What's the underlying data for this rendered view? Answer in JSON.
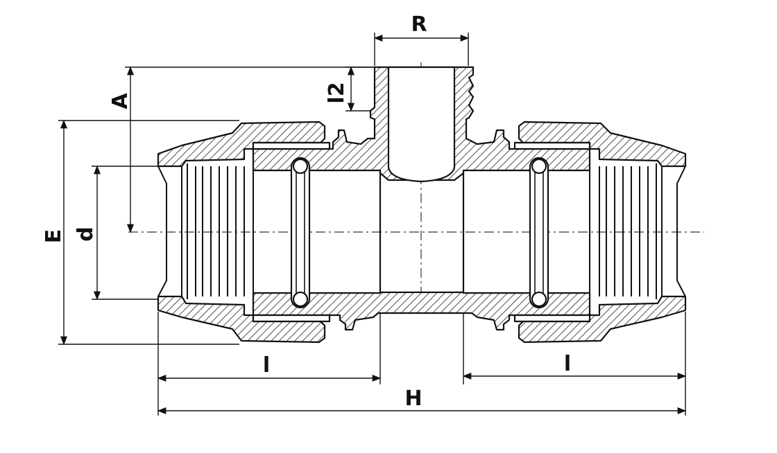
{
  "labels": {
    "R": "R",
    "l2": "l2",
    "A": "A",
    "E": "E",
    "d": "d",
    "l_left": "l",
    "l_right": "l",
    "H": "H"
  },
  "colors": {
    "stroke": "#111111",
    "background": "#ffffff"
  }
}
